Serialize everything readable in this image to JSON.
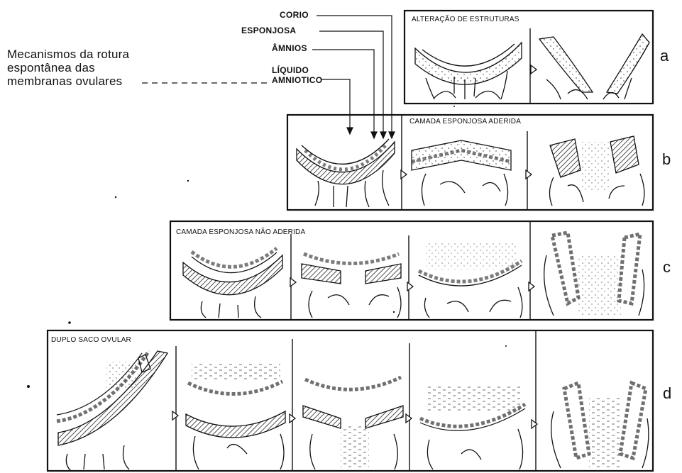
{
  "title": {
    "lines": [
      "Mecanismos da rotura",
      "espontânea das",
      "membranas ovulares"
    ]
  },
  "layer_labels": {
    "corio": "CORIO",
    "esponjosa": "ESPONJOSA",
    "amnios": "ÂMNIOS",
    "liquido_line1": "LÍQUIDO",
    "liquido_line2": "AMNIOTICO"
  },
  "rows": [
    {
      "id": "a",
      "letter": "a",
      "caption": "ALTERAÇÃO DE ESTRUTURAS",
      "panels": 2
    },
    {
      "id": "b",
      "letter": "b",
      "caption": "CAMADA ESPONJOSA ADERIDA",
      "panels": 3
    },
    {
      "id": "c",
      "letter": "c",
      "caption": "CAMADA ESPONJOSA NÃO ADERIDA",
      "panels": 4
    },
    {
      "id": "d",
      "letter": "d",
      "caption": "DUPLO SACO OVULAR",
      "panels": 5
    }
  ],
  "colors": {
    "ink": "#111111",
    "paper": "#ffffff",
    "hatch": "#333333"
  }
}
